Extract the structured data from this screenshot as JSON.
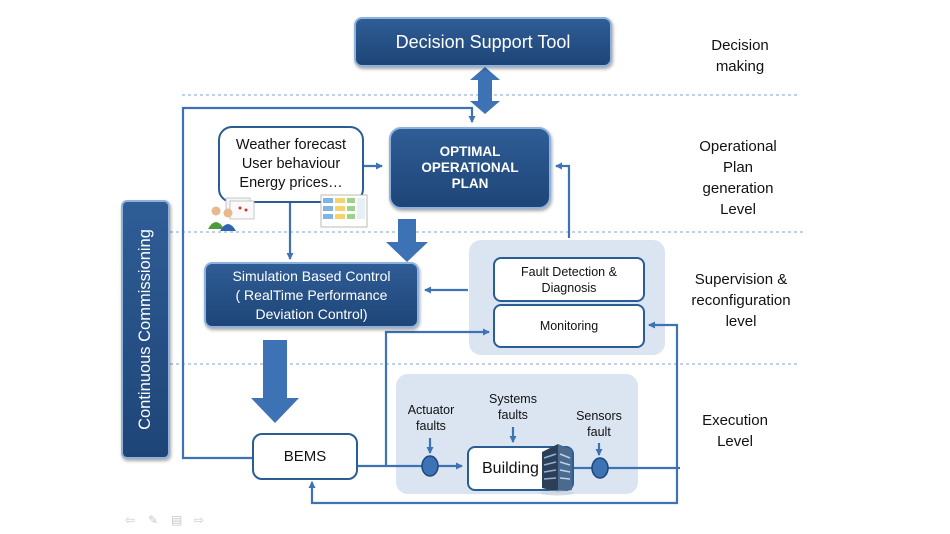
{
  "decision_support_tool": "Decision Support Tool",
  "optimal_plan": "OPTIMAL\nOPERATIONAL\nPLAN",
  "inputs": "Weather forecast\nUser behaviour\nEnergy prices…",
  "simulation_control": "Simulation Based Control\n( RealTime Performance\nDeviation Control)",
  "fault_detection": "Fault Detection &\nDiagnosis",
  "monitoring": "Monitoring",
  "bems": "BEMS",
  "building": "Building",
  "continuous_commissioning": "Continuous Commissioning",
  "faults": {
    "actuator": "Actuator\nfaults",
    "systems": "Systems\nfaults",
    "sensors": "Sensors\nfault"
  },
  "levels": {
    "decision": "Decision\nmaking",
    "operational": "Operational\nPlan\ngeneration\nLevel",
    "supervision": "Supervision &\nreconfiguration\nlevel",
    "execution": "Execution\nLevel"
  },
  "colors": {
    "dark_box": "#1e4577",
    "arrow": "#3d72b4",
    "panel": "#dbe5f1",
    "divider": "#7fa3d0"
  }
}
